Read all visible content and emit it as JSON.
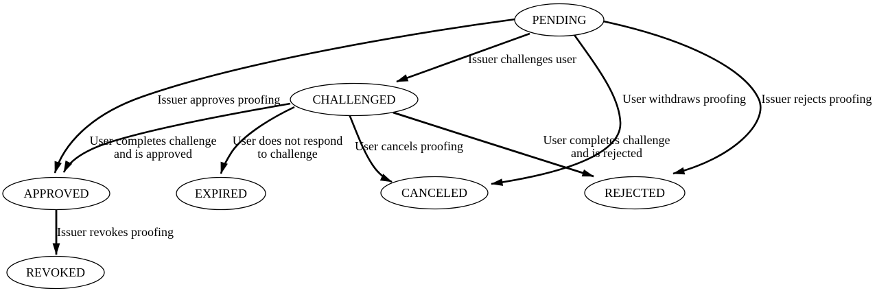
{
  "diagram": {
    "kind": "state-machine",
    "states": [
      {
        "id": "pending",
        "label": "PENDING"
      },
      {
        "id": "challenged",
        "label": "CHALLENGED"
      },
      {
        "id": "approved",
        "label": "APPROVED"
      },
      {
        "id": "expired",
        "label": "EXPIRED"
      },
      {
        "id": "canceled",
        "label": "CANCELED"
      },
      {
        "id": "rejected",
        "label": "REJECTED"
      },
      {
        "id": "revoked",
        "label": "REVOKED"
      }
    ],
    "transitions": [
      {
        "from": "PENDING",
        "to": "CHALLENGED",
        "lines": [
          "Issuer challenges user"
        ]
      },
      {
        "from": "PENDING",
        "to": "APPROVED",
        "lines": [
          "Issuer approves proofing"
        ]
      },
      {
        "from": "PENDING",
        "to": "CANCELED",
        "lines": [
          "User withdraws proofing"
        ]
      },
      {
        "from": "PENDING",
        "to": "REJECTED",
        "lines": [
          "Issuer rejects proofing"
        ]
      },
      {
        "from": "CHALLENGED",
        "to": "APPROVED",
        "lines": [
          "User completes challenge",
          "and is approved"
        ]
      },
      {
        "from": "CHALLENGED",
        "to": "EXPIRED",
        "lines": [
          "User does not respond",
          "to challenge"
        ]
      },
      {
        "from": "CHALLENGED",
        "to": "CANCELED",
        "lines": [
          "User cancels proofing"
        ]
      },
      {
        "from": "CHALLENGED",
        "to": "REJECTED",
        "lines": [
          "User completes challenge",
          "and is rejected"
        ]
      },
      {
        "from": "APPROVED",
        "to": "REVOKED",
        "lines": [
          "Issuer revokes proofing"
        ]
      }
    ],
    "colors": {
      "background": "#ffffff",
      "stroke": "#000000",
      "text": "#000000"
    }
  }
}
